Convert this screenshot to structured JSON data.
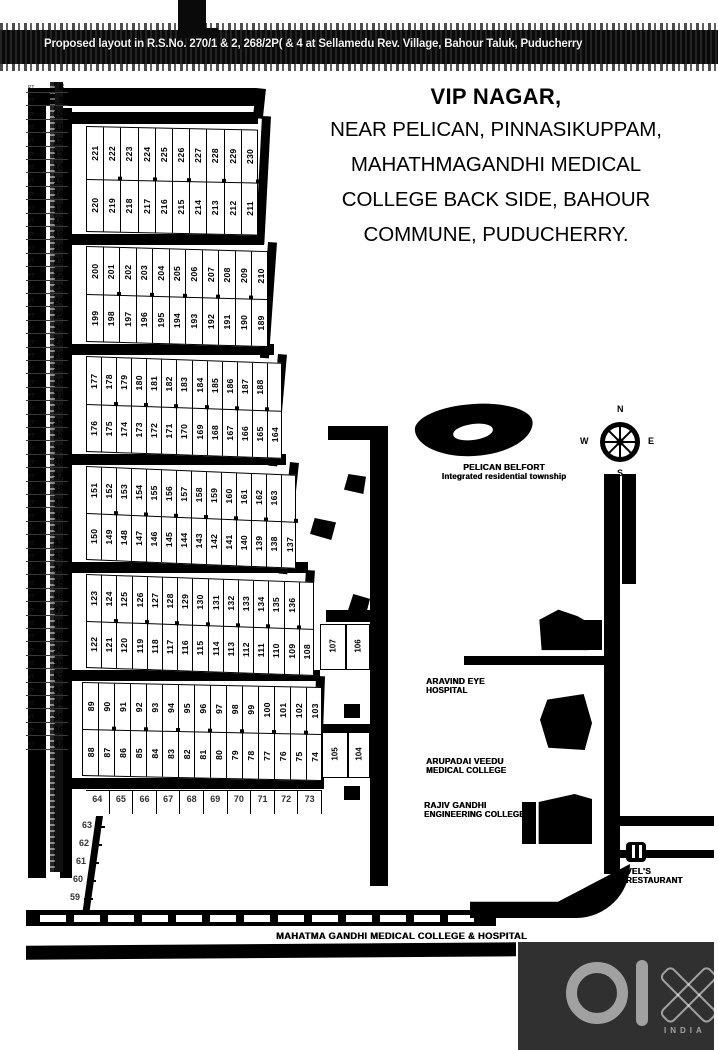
{
  "header": {
    "survey_text": "Proposed layout in R.S.No. 270/1 & 2, 268/2P( & 4 at Sellamedu Rev. Village, Bahour Taluk, Puducherry"
  },
  "title": {
    "line1": "VIP NAGAR,",
    "line2": "NEAR PELICAN, PINNASIKUPPAM,",
    "line3": "MAHATHMAGANDHI MEDICAL",
    "line4": "COLLEGE BACK SIDE, BAHOUR",
    "line5": "COMMUNE, PUDUCHERRY."
  },
  "compass": {
    "n": "N",
    "e": "E",
    "s": "S",
    "w": "W"
  },
  "ruler": {
    "numbers": [
      8,
      9,
      10,
      11,
      12,
      13,
      14,
      15,
      16,
      17,
      18,
      19,
      20,
      21,
      22,
      23,
      24,
      25,
      26,
      27,
      28,
      29,
      30,
      31,
      32,
      33,
      34,
      35,
      36,
      37,
      38,
      39,
      40,
      41,
      42,
      43,
      44,
      45,
      46,
      47,
      48,
      49,
      50,
      51,
      52,
      53,
      54,
      55,
      56,
      57
    ],
    "mark": "PT"
  },
  "blocks": [
    {
      "id": "block-1",
      "top_row": [
        221,
        222,
        223,
        224,
        225,
        226,
        227,
        228,
        229,
        230
      ],
      "bottom_row": [
        220,
        219,
        218,
        217,
        216,
        215,
        214,
        213,
        212,
        211
      ]
    },
    {
      "id": "block-2",
      "top_row": [
        200,
        201,
        202,
        203,
        204,
        205,
        206,
        207,
        208,
        209,
        210
      ],
      "bottom_row": [
        199,
        198,
        197,
        196,
        195,
        194,
        193,
        192,
        191,
        190,
        189
      ]
    },
    {
      "id": "block-3",
      "top_row": [
        177,
        178,
        179,
        180,
        181,
        182,
        183,
        184,
        185,
        186,
        187,
        188
      ],
      "bottom_row": [
        176,
        175,
        174,
        173,
        172,
        171,
        170,
        169,
        168,
        167,
        166,
        165,
        164
      ]
    },
    {
      "id": "block-4",
      "top_row": [
        151,
        152,
        153,
        154,
        155,
        156,
        157,
        158,
        159,
        160,
        161,
        162,
        163
      ],
      "bottom_row": [
        150,
        149,
        148,
        147,
        146,
        145,
        144,
        143,
        142,
        141,
        140,
        139,
        138,
        137
      ]
    },
    {
      "id": "block-5",
      "top_row": [
        123,
        124,
        125,
        126,
        127,
        128,
        129,
        130,
        131,
        132,
        133,
        134,
        135,
        136
      ],
      "bottom_row": [
        122,
        121,
        120,
        119,
        118,
        117,
        116,
        115,
        114,
        113,
        112,
        111,
        110,
        109,
        108
      ]
    },
    {
      "id": "block-6",
      "top_row": [
        89,
        90,
        91,
        92,
        93,
        94,
        95,
        96,
        97,
        98,
        99,
        100,
        101,
        102,
        103
      ],
      "bottom_row": [
        88,
        87,
        86,
        85,
        84,
        83,
        82,
        81,
        80,
        79,
        78,
        77,
        76,
        75,
        74
      ]
    }
  ],
  "bottom_strip": {
    "plots": [
      64,
      65,
      66,
      67,
      68,
      69,
      70,
      71,
      72,
      73
    ]
  },
  "left_descending": [
    63,
    62,
    61,
    60,
    59
  ],
  "extra_plots": {
    "p107": "107",
    "p106": "106",
    "p105": "105",
    "p104": "104"
  },
  "landmarks": [
    {
      "name": "pelican-belfort",
      "title": "PELICAN BELFORT",
      "subtitle": "Integrated residential township"
    },
    {
      "name": "aravind-eye-hospital",
      "title": "ARAVIND EYE",
      "subtitle": "HOSPITAL"
    },
    {
      "name": "arupadai-veedu-medical-college",
      "title": "ARUPADAI VEEDU",
      "subtitle": "MEDICAL COLLEGE"
    },
    {
      "name": "rajiv-gandhi-engineering-college",
      "title": "RAJIV GANDHI",
      "subtitle": "ENGINEERING COLLEGE"
    },
    {
      "name": "vels-restaurant",
      "title": "VEL'S",
      "subtitle": "RESTAURANT"
    }
  ],
  "road_label": "MAHATMA GANDHI MEDICAL COLLEGE & HOSPITAL",
  "watermark": {
    "brand": "OLX",
    "region": "INDIA"
  },
  "colors": {
    "ink": "#000000",
    "paper": "#ffffff"
  }
}
